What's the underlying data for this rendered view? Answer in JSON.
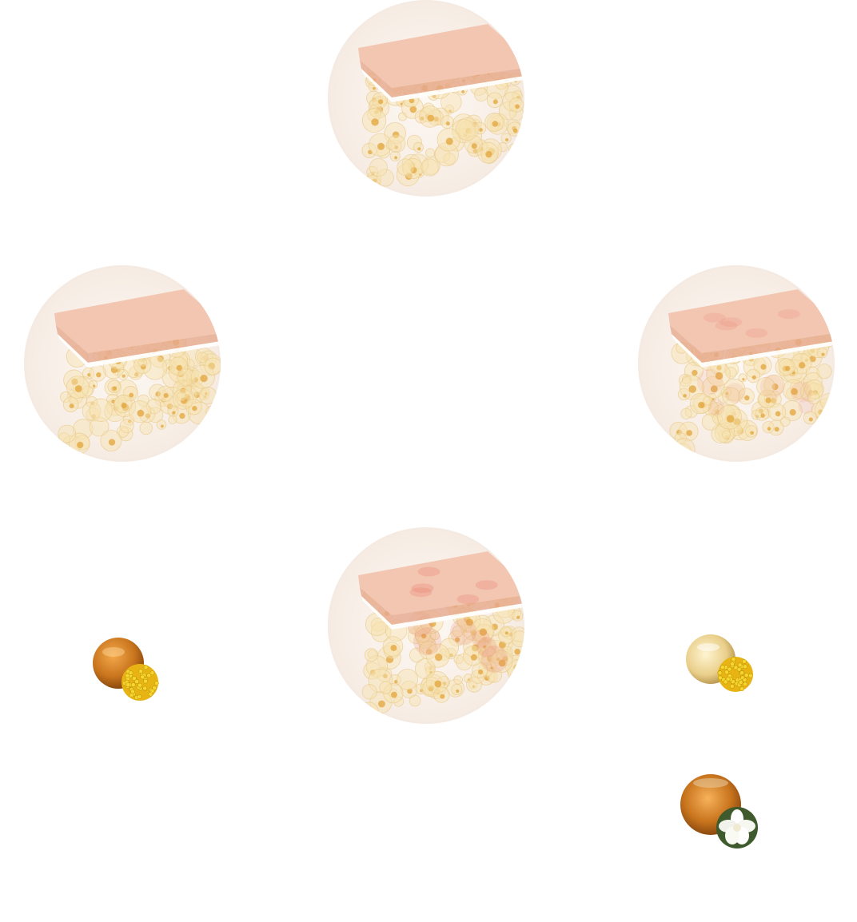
{
  "colors": {
    "circle_bg": "#f6ece4",
    "skin_top": "#f3c6b2",
    "skin_edge": "#e6a98e",
    "cell_fill": "#f7e3b0",
    "cell_core": "#e3a43a",
    "redness": "#e87f6e",
    "amber_jar": "#c8741d",
    "light_jar": "#e9cf8a",
    "flower_yellow": "#f1c21b",
    "flower_white": "#ffffff"
  },
  "skin_cross_sections": [
    {
      "icon": "healthy-skin-icon",
      "redness": 0.0
    },
    {
      "icon": "glowing-skin-icon",
      "redness": 0.0
    },
    {
      "icon": "irritated-skin-icon",
      "redness": 0.5
    },
    {
      "icon": "inflamed-skin-icon",
      "redness": 0.8
    }
  ],
  "ingredients": [
    {
      "icon": "amber-oil-with-yellow-flower-icon"
    },
    {
      "icon": "golden-oil-with-yellow-flower-icon"
    },
    {
      "icon": "amber-oil-with-white-flower-icon"
    }
  ]
}
